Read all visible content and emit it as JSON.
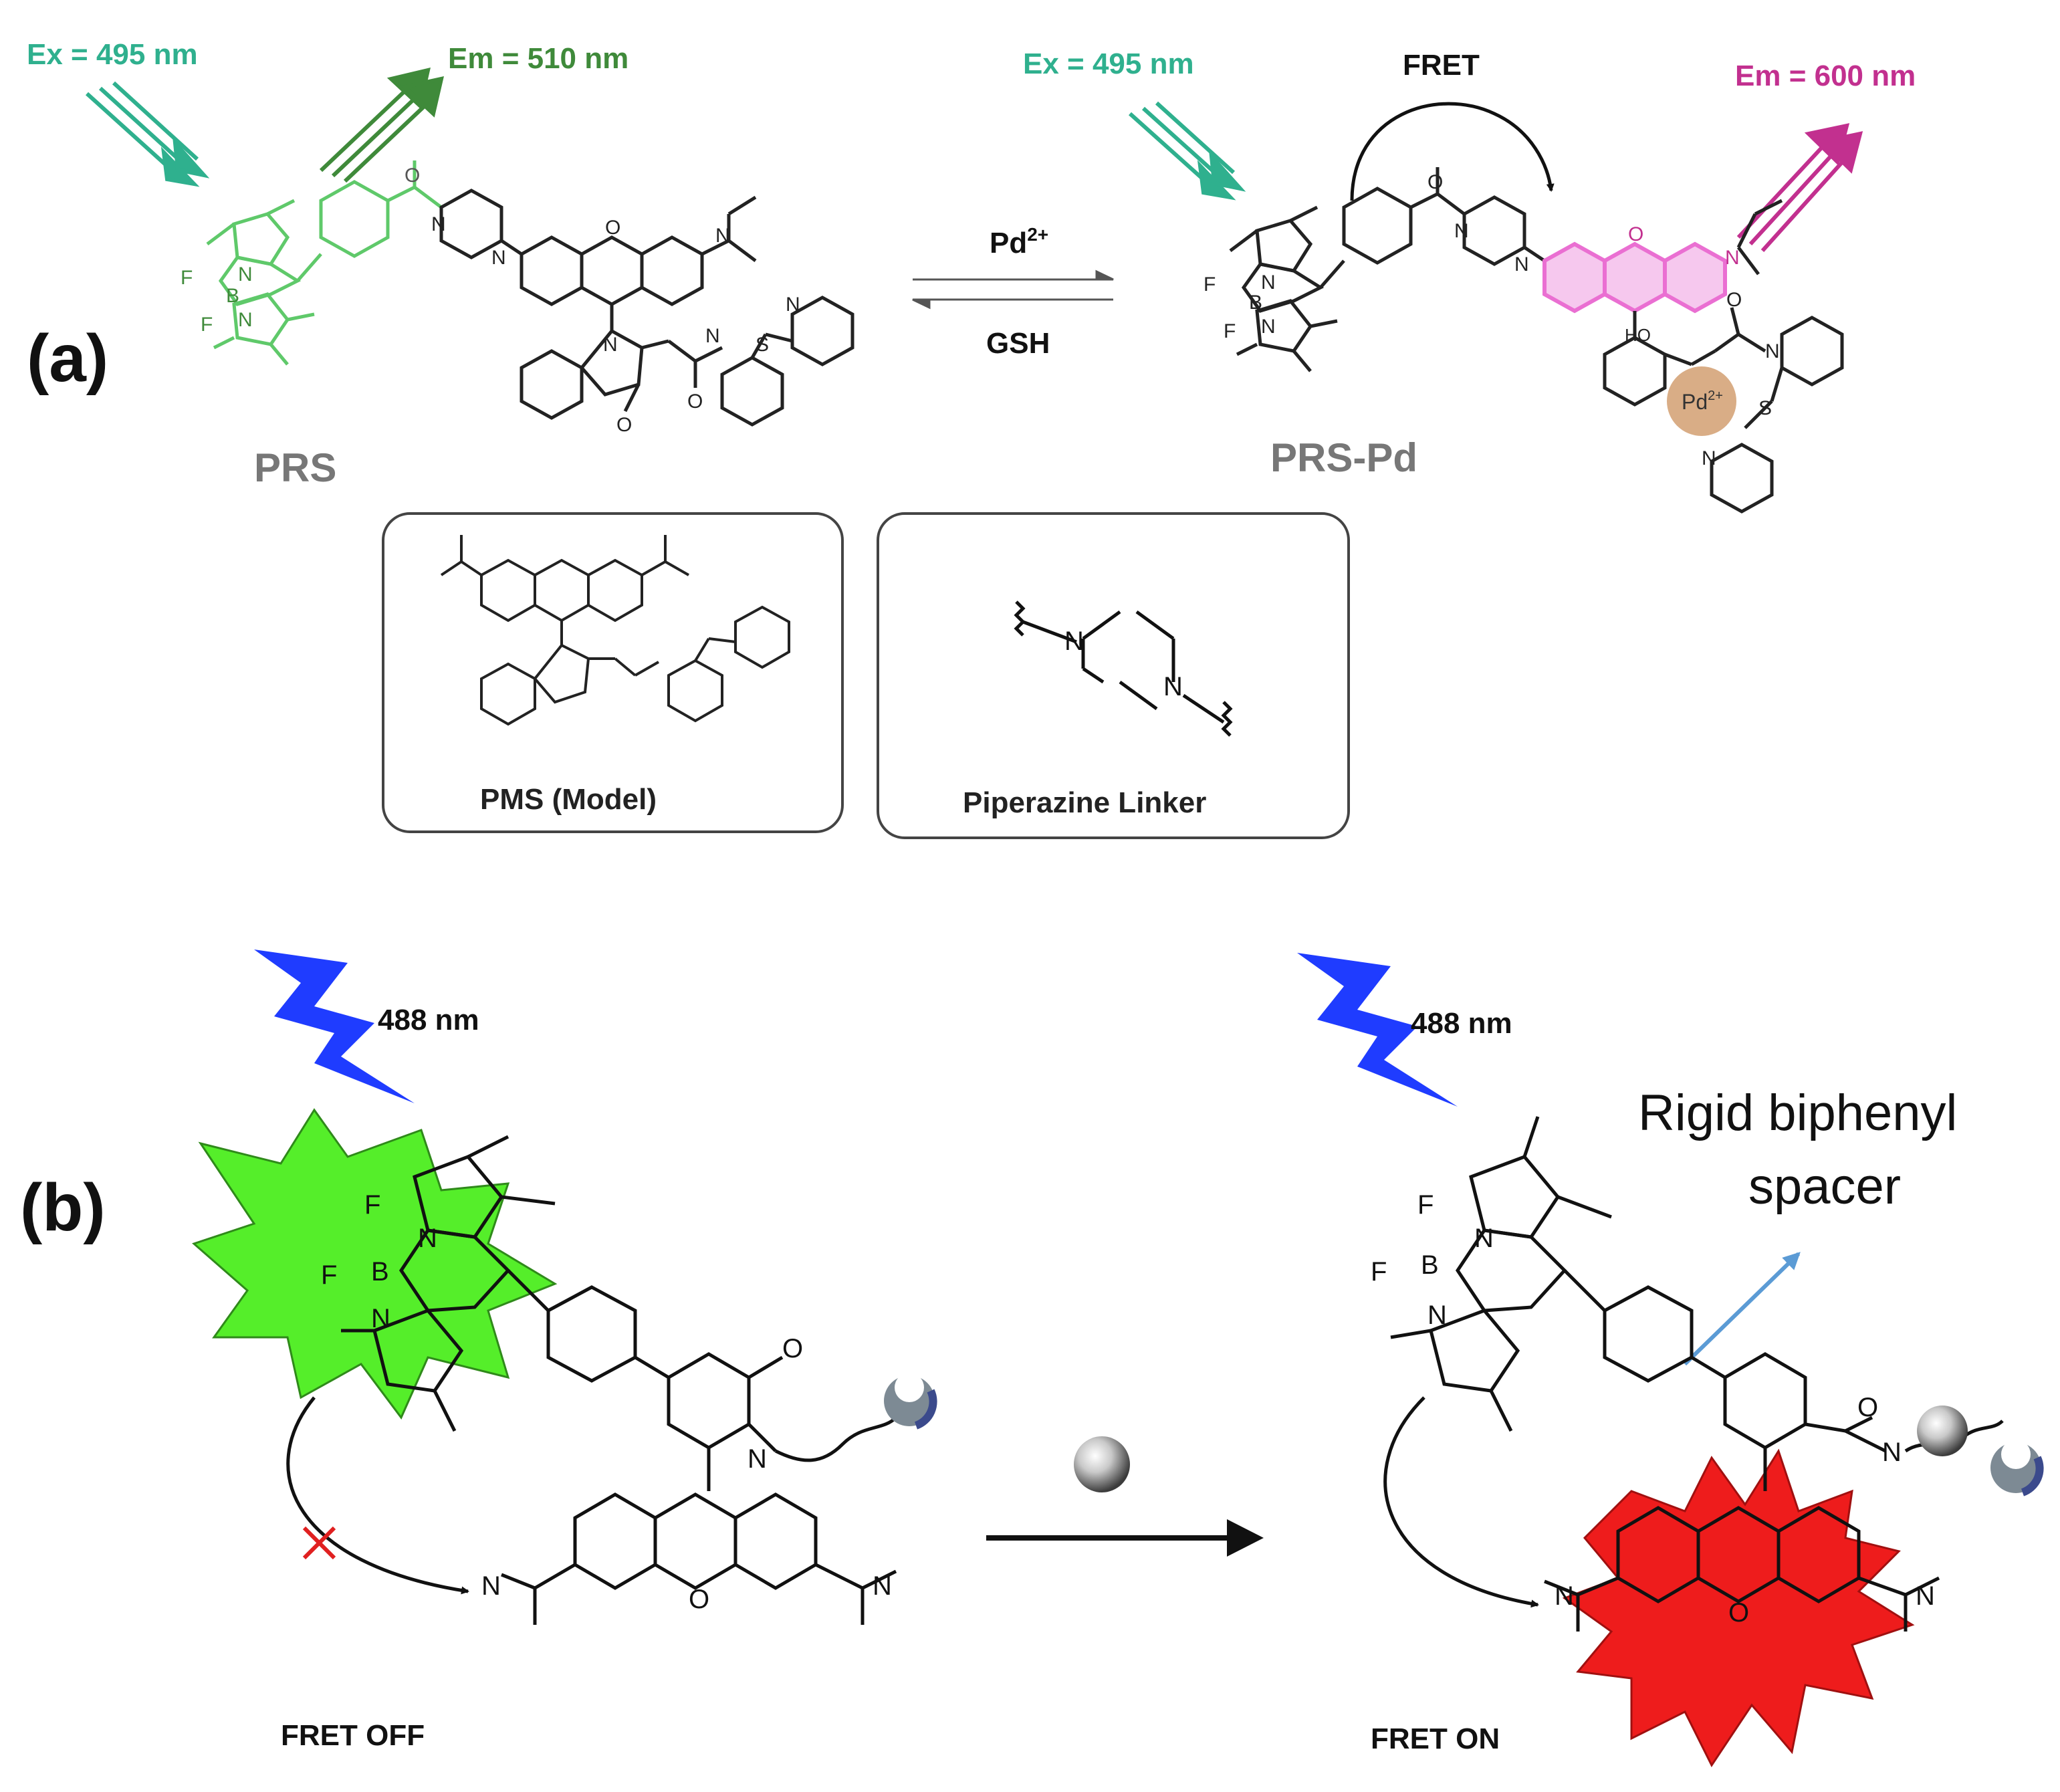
{
  "panel_a": {
    "label": "(a)",
    "prs": {
      "name": "PRS",
      "ex_label": "Ex = 495 nm",
      "em_label": "Em = 510 nm"
    },
    "reaction": {
      "forward_reagent": "Pd",
      "forward_superscript": "2+",
      "reverse_reagent": "GSH"
    },
    "prs_pd": {
      "name": "PRS-Pd",
      "ex_label": "Ex = 495 nm",
      "fret_label": "FRET",
      "em_label": "Em = 600 nm",
      "pd_ion": "Pd",
      "pd_charge": "2+"
    },
    "boxes": [
      {
        "caption": "PMS (Model)"
      },
      {
        "caption": "Piperazine Linker"
      }
    ],
    "atoms": [
      "N",
      "O",
      "F",
      "B",
      "S",
      "HO"
    ]
  },
  "panel_b": {
    "label": "(b)",
    "left": {
      "excitation": "488 nm",
      "status": "FRET OFF"
    },
    "right": {
      "excitation": "488 nm",
      "status": "FRET ON",
      "annotation_line1": "Rigid biphenyl",
      "annotation_line2": "spacer"
    }
  },
  "colors": {
    "teal": "#2fb08e",
    "green": "#3f8a3a",
    "magenta": "#c2308f",
    "pink": "#ea6fd2",
    "bodipy_green": "#5fc96a",
    "burst_green": "#55ee2a",
    "burst_red": "#ee1c1c",
    "bolt_blue": "#1f3cff",
    "arrow_blue": "#5b9bd5",
    "pd_circle": "#d9ad86",
    "receptor_gray": "#7d8a94",
    "receptor_blue": "#3b4a8c",
    "gray_text": "#777777",
    "ink": "#111111"
  }
}
